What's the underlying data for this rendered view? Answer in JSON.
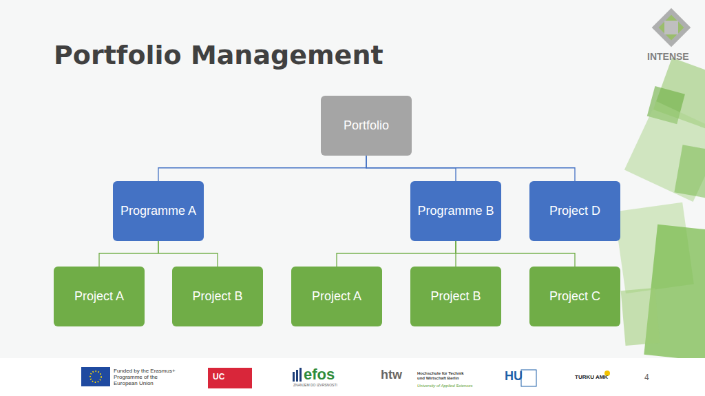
{
  "diagram": {
    "title": "Portfolio Management",
    "nodes": [
      {
        "text": [
          "Portfolio"
        ]
      },
      {
        "text": [
          "Programme A"
        ]
      },
      {
        "text": [
          "Programme B"
        ]
      },
      {
        "text": [
          "Project D"
        ]
      },
      {
        "text": [
          "Project A"
        ]
      },
      {
        "text": [
          "Project B"
        ]
      },
      {
        "text": [
          "Project A"
        ]
      },
      {
        "text": [
          "Project B"
        ]
      },
      {
        "text": [
          "Project C"
        ]
      }
    ],
    "edges": [
      {
        "from": 0,
        "to": 1,
        "arrow": "none"
      },
      {
        "from": 0,
        "to": 2,
        "arrow": "none"
      },
      {
        "from": 0,
        "to": 3,
        "arrow": "none"
      },
      {
        "from": 1,
        "to": 4,
        "arrow": "none"
      },
      {
        "from": 1,
        "to": 5,
        "arrow": "none"
      },
      {
        "from": 2,
        "to": 6,
        "arrow": "none"
      },
      {
        "from": 2,
        "to": 7,
        "arrow": "none"
      },
      {
        "from": 2,
        "to": 8,
        "arrow": "none"
      }
    ],
    "labels": [
      "INTENSE",
      "Funded by the Erasmus+ Programme of the European Union",
      "UC",
      "efos",
      "ZNANJEM DO IZVRSNOSTI",
      "htw",
      "Hochschule für Technik und Wirtschaft Berlin",
      "University of Applied Sciences",
      "HU",
      "TURKU AMK",
      "4"
    ]
  }
}
